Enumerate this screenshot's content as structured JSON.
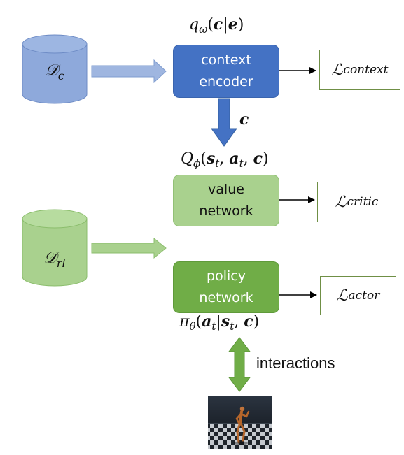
{
  "datasets": {
    "context": {
      "symbol": "𝒟",
      "sub": "c",
      "color": "#8ea9db"
    },
    "rl": {
      "symbol": "𝒟",
      "sub": "rl",
      "color": "#a9d18e"
    }
  },
  "nodes": {
    "context_encoder": {
      "line1": "context",
      "line2": "encoder",
      "color": "#4472c4"
    },
    "value_network": {
      "line1": "value",
      "line2": "network",
      "color": "#a9d18e"
    },
    "policy_network": {
      "line1": "policy",
      "line2": "network",
      "color": "#70ad47"
    }
  },
  "losses": {
    "context": {
      "symbol": "ℒ",
      "sub": "context"
    },
    "critic": {
      "symbol": "ℒ",
      "sub": "critic"
    },
    "actor": {
      "symbol": "ℒ",
      "sub": "actor"
    }
  },
  "math": {
    "encoder": {
      "func": "q",
      "sub": "ω",
      "open": "(",
      "a": "c",
      "bar": "|",
      "b": "e",
      "close": ")"
    },
    "context_var": "c",
    "q_function": {
      "func": "Q",
      "sub": "ϕ",
      "open": "(",
      "s": "s",
      "s_sub": "t",
      "comma1": ", ",
      "a": "a",
      "a_sub": "t",
      "comma2": ", ",
      "c": "c",
      "close": ")"
    },
    "policy": {
      "func": "π",
      "sub": "θ",
      "open": "(",
      "a": "a",
      "a_sub": "t",
      "bar": "|",
      "s": "s",
      "s_sub": "t",
      "comma": ", ",
      "c": "c",
      "close": ")"
    }
  },
  "interactions_label": "interactions",
  "icons": {
    "env": "humanoid-robot-on-checkerboard"
  }
}
